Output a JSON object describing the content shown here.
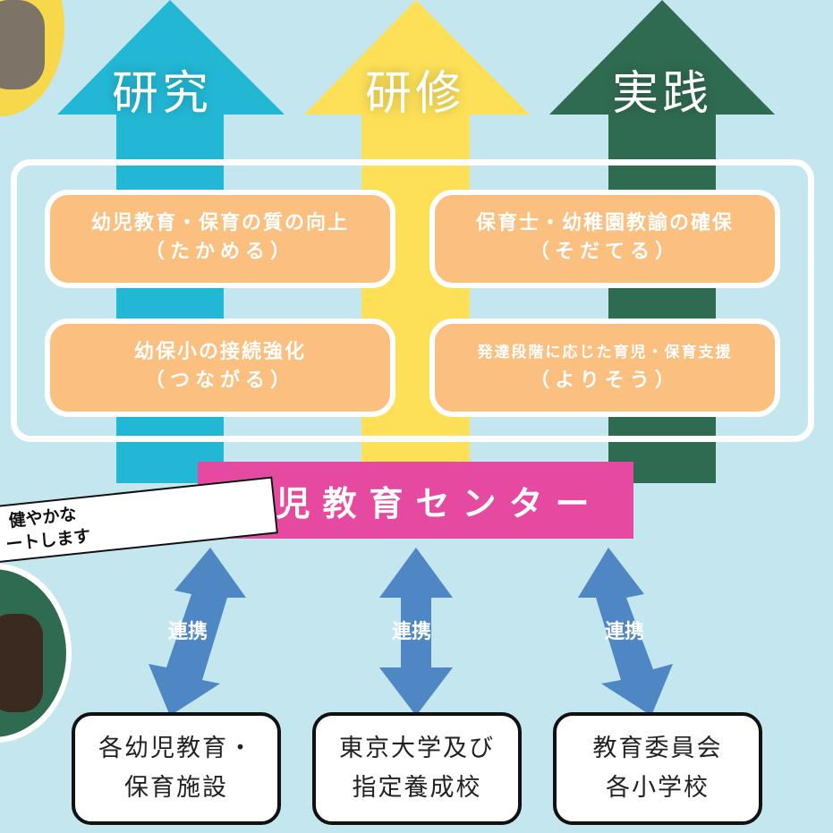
{
  "arrows": [
    {
      "label": "研究",
      "color": "#22b8d5"
    },
    {
      "label": "研修",
      "color": "#fde057"
    },
    {
      "label": "実践",
      "color": "#2f6b50"
    }
  ],
  "goals": [
    {
      "title": "幼児教育・保育の質の向上",
      "sub": "（たかめる）"
    },
    {
      "title": "保育士・幼稚園教諭の確保",
      "sub": "（そだてる）"
    },
    {
      "title": "幼保小の接続強化",
      "sub": "（つながる）"
    },
    {
      "title": "発達段階に応じた育児・保育支援",
      "sub": "（よりそう）"
    }
  ],
  "center": {
    "label": "幼児教育センター",
    "color": "#e64aa0"
  },
  "links": [
    {
      "label": "連携"
    },
    {
      "label": "連携"
    },
    {
      "label": "連携"
    }
  ],
  "partners": [
    {
      "line1": "各幼児教育・",
      "line2": "保育施設"
    },
    {
      "line1": "東京大学及び",
      "line2": "指定養成校"
    },
    {
      "line1": "教育委員会",
      "line2": "各小学校"
    }
  ],
  "note": {
    "line1": "健やかな",
    "line2": "ートします"
  },
  "colors": {
    "background": "#c3e6ef",
    "box": "#fbbf80",
    "link_arrow": "#4e87c4",
    "avatar_top": "#f7d84a",
    "avatar_bottom": "#2f6b50"
  }
}
